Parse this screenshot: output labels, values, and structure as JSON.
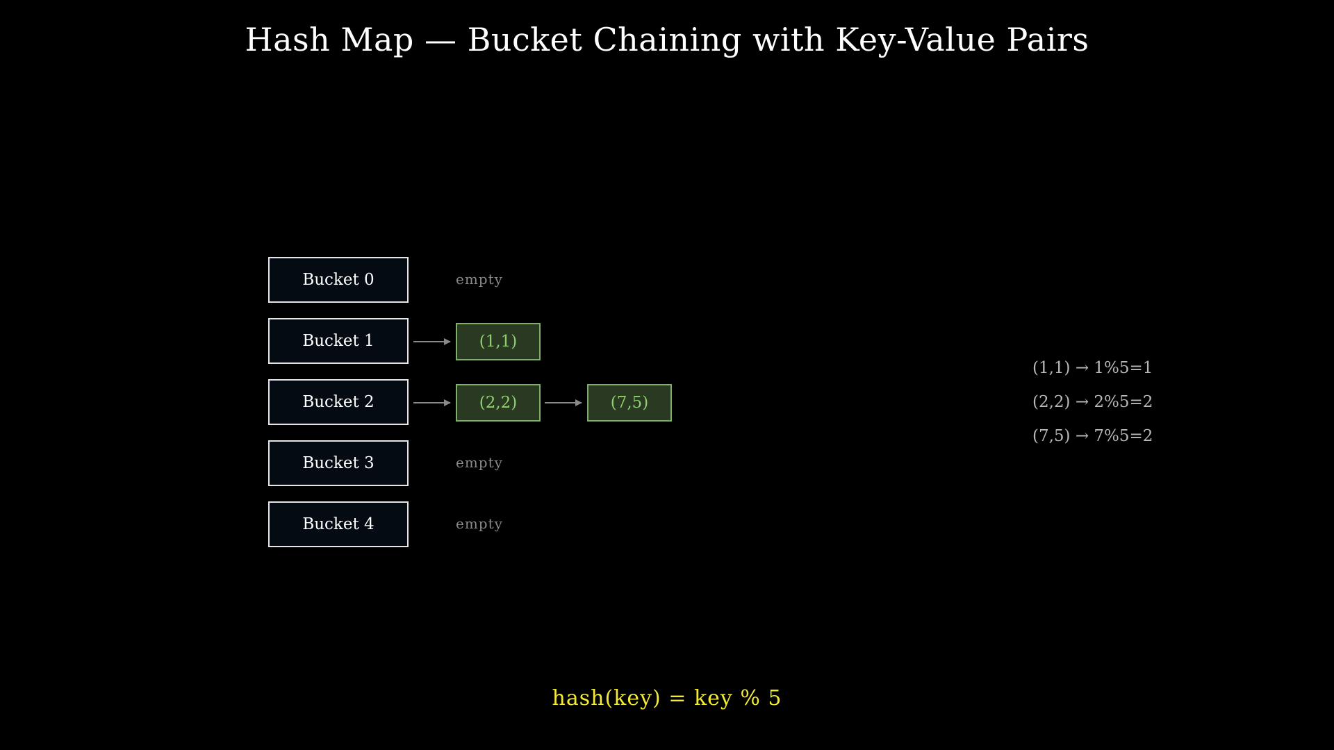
{
  "title": "Hash Map — Bucket Chaining with Key-Value Pairs",
  "buckets": [
    {
      "label": "Bucket 0",
      "empty_label": "empty",
      "chain": []
    },
    {
      "label": "Bucket 1",
      "empty_label": "",
      "chain": [
        "(1,1)"
      ]
    },
    {
      "label": "Bucket 2",
      "empty_label": "",
      "chain": [
        "(2,2)",
        "(7,5)"
      ]
    },
    {
      "label": "Bucket 3",
      "empty_label": "empty",
      "chain": []
    },
    {
      "label": "Bucket 4",
      "empty_label": "empty",
      "chain": []
    }
  ],
  "hash_results": [
    "(1,1) → 1%5=1",
    "(2,2) → 2%5=2",
    "(7,5) → 7%5=2"
  ],
  "formula": "hash(key) = key % 5",
  "colors": {
    "background": "#000000",
    "bucket_border": "#e6e6e6",
    "node_border": "#7fb069",
    "node_fill": "#2a3a22",
    "node_text": "#8fcf6f",
    "arrow": "#8a8a8a",
    "formula": "#f2ea35"
  }
}
